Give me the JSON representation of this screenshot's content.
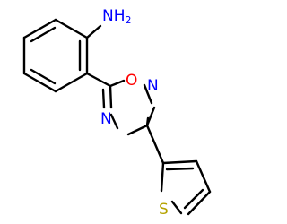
{
  "molecule": {
    "colors": {
      "bond": "#000000",
      "nitrogen": "#0000ff",
      "oxygen": "#ff0000",
      "sulfur": "#b5a300"
    },
    "atoms": {
      "amine": {
        "element": "N",
        "hydrogens": "H",
        "count": "2"
      },
      "ring_oxygen": {
        "element": "O"
      },
      "ring_nitrogen_top": {
        "element": "N"
      },
      "ring_nitrogen_left": {
        "element": "N"
      },
      "thiophene_sulfur": {
        "element": "S"
      }
    }
  }
}
